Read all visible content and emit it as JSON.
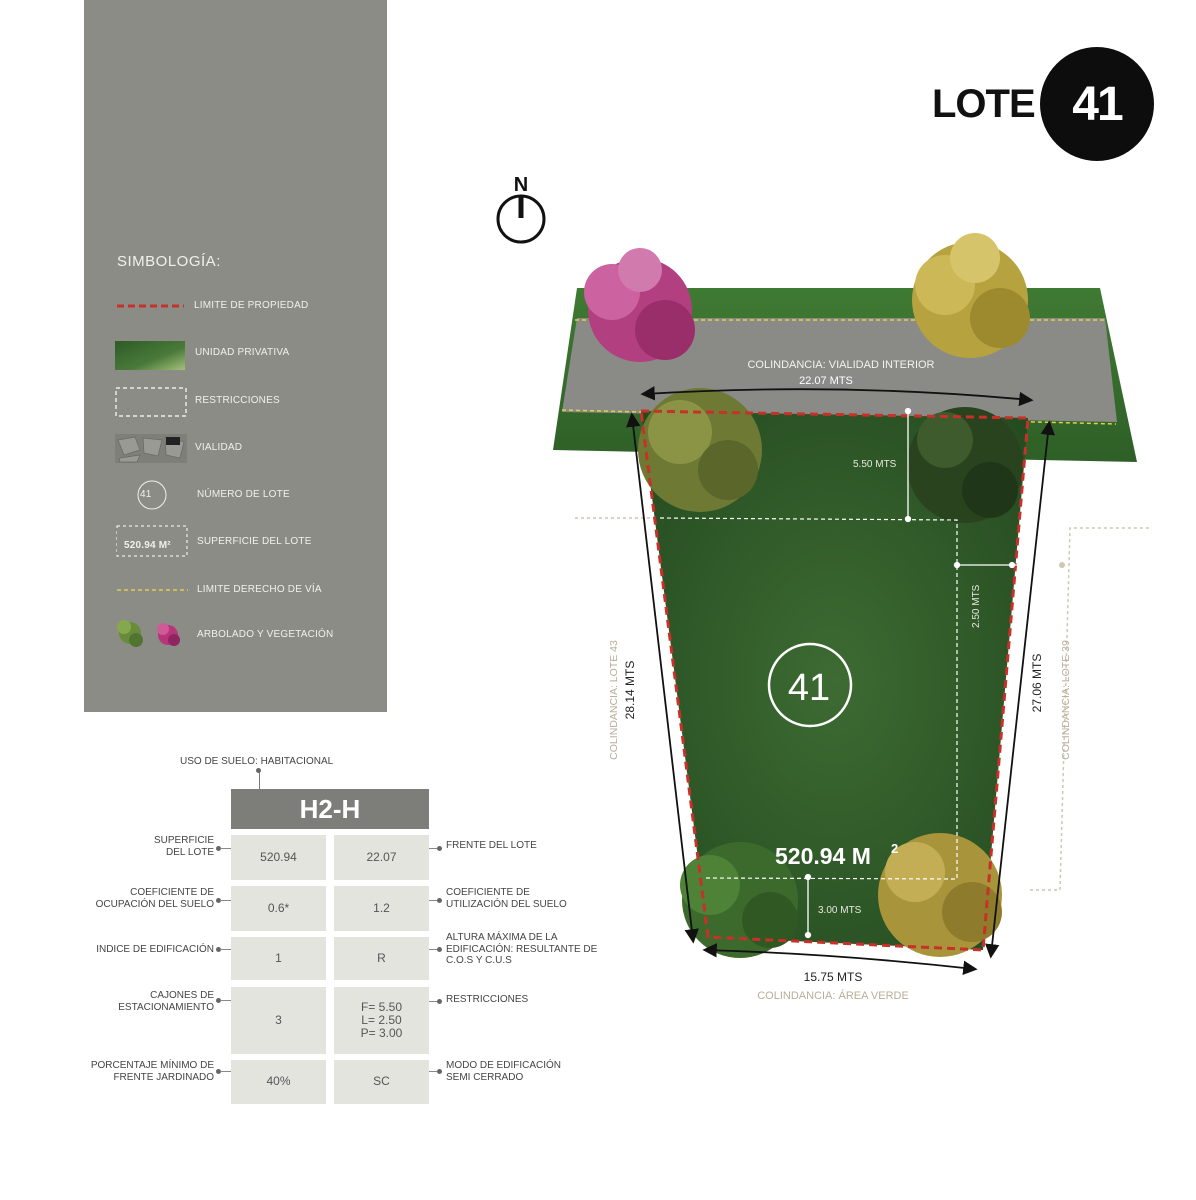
{
  "header": {
    "lote_word": "LOTE",
    "lote_number": "41"
  },
  "north": {
    "letter": "N"
  },
  "legend": {
    "title": "SIMBOLOGÍA:",
    "items": [
      {
        "label": "LIMITE DE PROPIEDAD",
        "icon": "red-dashed-line-icon"
      },
      {
        "label": "UNIDAD PRIVATIVA",
        "icon": "green-gradient-swatch-icon"
      },
      {
        "label": "RESTRICCIONES",
        "icon": "white-dashed-rect-icon"
      },
      {
        "label": "VIALIDAD",
        "icon": "stone-pavement-swatch-icon"
      },
      {
        "label": "NÚMERO DE LOTE",
        "icon": "lot-number-circle-icon",
        "sample": "41"
      },
      {
        "label": "SUPERFICIE DEL LOTE",
        "icon": "area-badge-icon",
        "sample": "520.94 M²"
      },
      {
        "label": "LIMITE DERECHO DE VÍA",
        "icon": "yellow-dashed-line-icon"
      },
      {
        "label": "ARBOLADO Y VEGETACIÓN",
        "icon": "trees-icon"
      }
    ]
  },
  "plan": {
    "lot_number": "41",
    "area_value": "520.94 M",
    "area_sup": "2",
    "front_width": "22.07 MTS",
    "rear_width": "15.75 MTS",
    "left_length": "28.14  MTS",
    "right_length": "27.06 MTS",
    "front_setback": "5.50 MTS",
    "side_setback": "2.50 MTS",
    "rear_setback": "3.00 MTS",
    "north_neighbor": "COLINDANCIA: VIALIDAD INTERIOR",
    "south_neighbor": "COLINDANCIA: ÁREA VERDE",
    "west_neighbor": "COLINDANCIA: LOTE 43",
    "east_neighbor": "COLINDANCIA: LOTE 39"
  },
  "table": {
    "land_use": "USO DE SUELO: HABITACIONAL",
    "zoning_code": "H2-H",
    "rows": [
      {
        "left_label": "SUPERFICIE\nDEL LOTE",
        "left_value": "520.94",
        "right_value": "22.07",
        "right_label": "FRENTE DEL LOTE"
      },
      {
        "left_label": "COEFICIENTE DE\nOCUPACIÓN DEL SUELO",
        "left_value": "0.6*",
        "right_value": "1.2",
        "right_label": "COEFICIENTE DE\nUTILIZACIÓN DEL SUELO"
      },
      {
        "left_label": "INDICE DE EDIFICACIÓN",
        "left_value": "1",
        "right_value": "R",
        "right_label": "ALTURA MÁXIMA DE LA\nEDIFICACIÓN: RESULTANTE DE\nC.O.S Y C.U.S"
      },
      {
        "left_label": "CAJONES DE\nESTACIONAMIENTO",
        "left_value": "3",
        "right_value": "F= 5.50\nL= 2.50\nP= 3.00",
        "right_label": "RESTRICCIONES"
      },
      {
        "left_label": "PORCENTAJE MÍNIMO DE\nFRENTE JARDINADO",
        "left_value": "40%",
        "right_value": "SC",
        "right_label": "MODO DE EDIFICACIÓN\nSEMI CERRADO"
      }
    ]
  },
  "colors": {
    "panel": "#8c8c86",
    "property_line": "#c8302a",
    "right_of_way": "#e0cf4a",
    "lawn": "#2f5a2a",
    "pavement": "#8a8a86"
  }
}
